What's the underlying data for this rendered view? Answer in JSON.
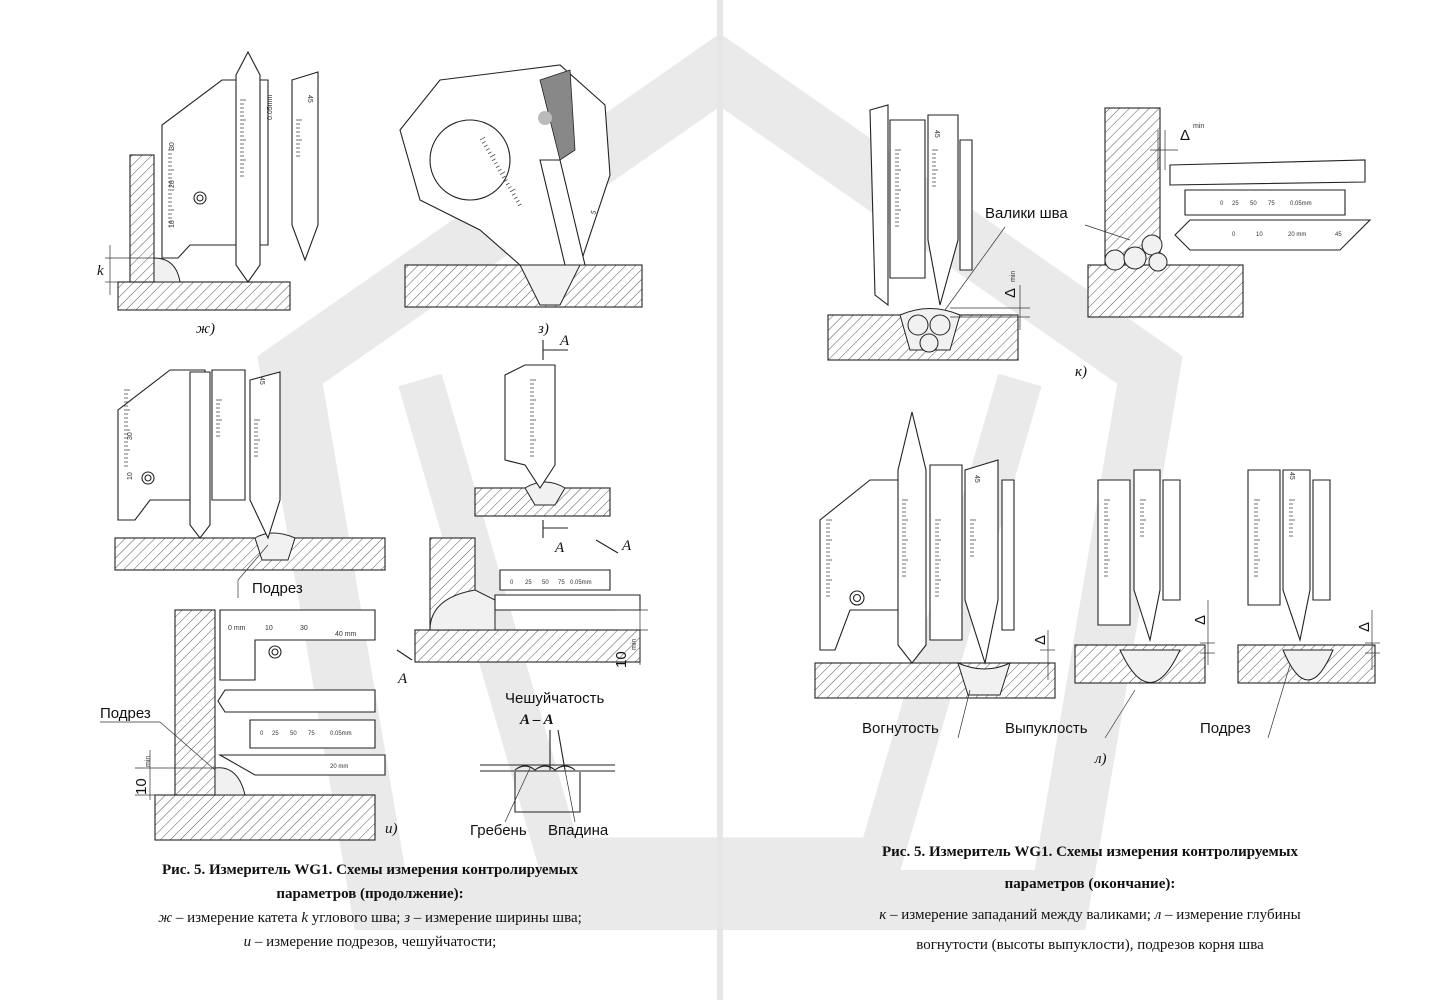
{
  "figures": {
    "zh": {
      "label": "ж)",
      "k_label": "k"
    },
    "z": {
      "label": "з)"
    },
    "i": {
      "label": "и)",
      "podrez_top": "Подрез",
      "podrez_left": "Подрез",
      "dim_10": "10",
      "dim_10_sup": "min",
      "dim_10b": "10",
      "dim_10b_sup": "min",
      "section_a": "A",
      "chesh": "Чешуйчатость",
      "section_aa": "A – A",
      "greben": "Гребень",
      "vpadina": "Впадина"
    },
    "k": {
      "label": "к)",
      "valiki": "Валики шва",
      "delta": "Δ",
      "delta_sup": "min"
    },
    "l": {
      "label": "л)",
      "vognutost": "Вогнутость",
      "vypuklost": "Выпуклость",
      "podrez": "Подрез",
      "delta": "Δ"
    }
  },
  "gauge": {
    "mm0": "0 mm",
    "mm10": "10",
    "mm20": "20",
    "mm30": "30",
    "mm40": "40 mm",
    "deg45": "45",
    "res": "0.05mm",
    "v0": "0",
    "v25": "25",
    "v50": "50",
    "v75": "75",
    "r20mm": "20 mm"
  },
  "captions": {
    "left": {
      "title1": "Рис. 5. Измеритель WG1. Схемы измерения контролируемых",
      "title2": "параметров (продолжение):",
      "line1_a": "ж",
      "line1_b": " – измерение катета ",
      "line1_c": "k",
      "line1_d": " углового шва; ",
      "line1_e": "з",
      "line1_f": " – измерение ширины шва;",
      "line2_a": "и",
      "line2_b": " – измерение подрезов, чешуйчатости;"
    },
    "right": {
      "title1": "Рис. 5. Измеритель WG1. Схемы измерения контролируемых",
      "title2": "параметров (окончание):",
      "line1_a": "к",
      "line1_b": " – измерение западаний между валиками; ",
      "line1_c": "л",
      "line1_d": " – измерение глубины",
      "line2": "вогнутости (высоты выпуклости), подрезов корня шва"
    }
  },
  "colors": {
    "ink": "#222222",
    "watermark": "#d9d9d9"
  }
}
